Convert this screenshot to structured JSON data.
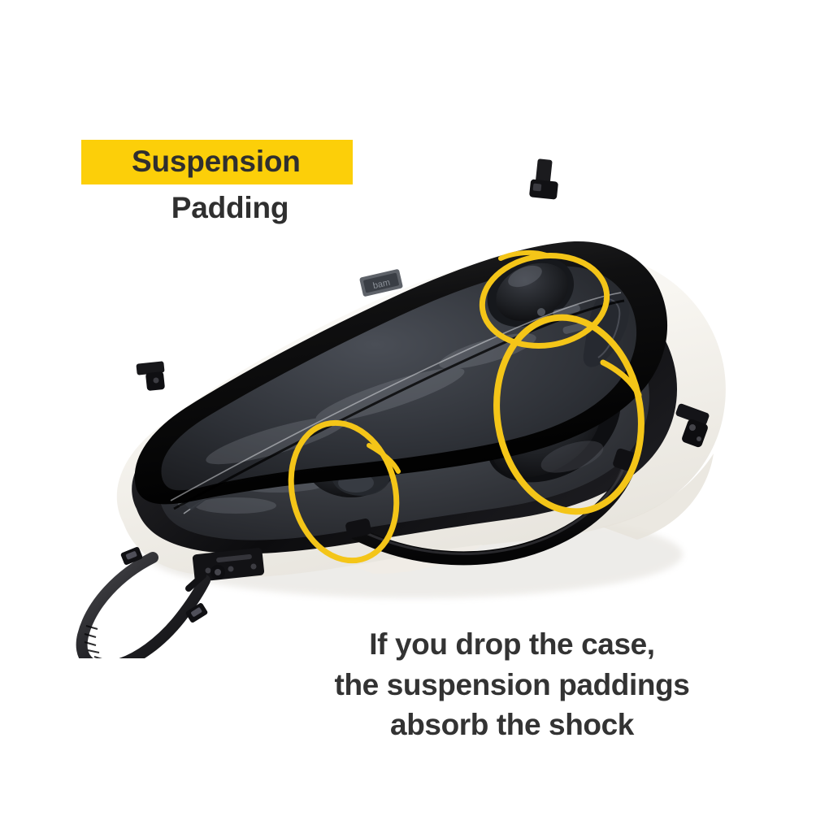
{
  "background_color": "#ffffff",
  "heading": {
    "highlighted_word": "Suspension",
    "sub_word": "Padding",
    "highlight_color": "#fccf09",
    "text_color": "#2f2f2f"
  },
  "caption": {
    "line1": "If you drop the case,",
    "line2": "the suspension paddings",
    "line3": "absorb the shock",
    "text_color": "#333333"
  },
  "product": {
    "name": "violin-case-open",
    "shell_color": "#f6f4ef",
    "trim_color": "#171717",
    "interior_color": "#3a3d43",
    "lining_color": "#53565d",
    "brand_tag": "bam",
    "annotation_color": "#f4c518",
    "annotations": [
      {
        "id": "suspension-padding-upper-lid",
        "label": "Suspension padding in lid (scroll area)"
      },
      {
        "id": "suspension-padding-lower-body",
        "label": "Suspension padding at body upper bout"
      },
      {
        "id": "suspension-padding-neck",
        "label": "Suspension padding at neck area"
      }
    ],
    "hardware": [
      {
        "id": "latch-top",
        "label": "Top latch"
      },
      {
        "id": "latch-left",
        "label": "Left latch"
      },
      {
        "id": "latch-right",
        "label": "Right latch"
      },
      {
        "id": "hinge-bottom",
        "label": "Bottom hinge"
      },
      {
        "id": "carry-handle",
        "label": "Carry handle"
      },
      {
        "id": "shoulder-strap",
        "label": "Shoulder strap"
      }
    ]
  }
}
